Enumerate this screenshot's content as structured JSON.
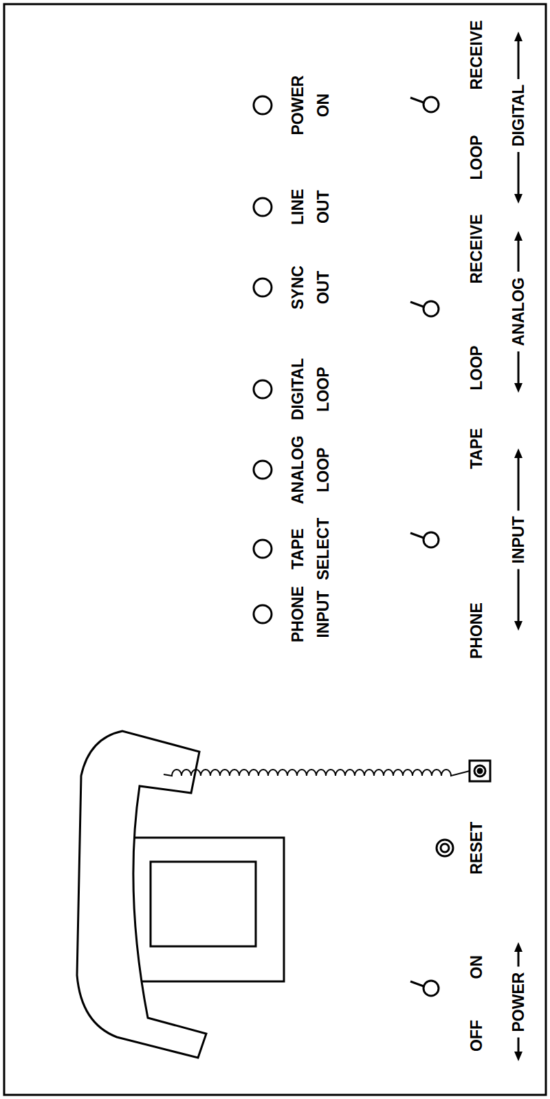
{
  "diagram": {
    "labels": [
      "PHONE INPUT",
      "TAPE SELECT",
      "ANALOG LOOP",
      "DIGITAL LOOP",
      "SYNC OUT",
      "LINE OUT",
      "POWER ON",
      "OFF",
      "ON",
      "RESET",
      "PHONE",
      "TAPE",
      "LOOP",
      "RECEIVE",
      "LOOP",
      "RECEIVE",
      "POWER",
      "INPUT",
      "ANALOG",
      "DIGITAL"
    ]
  }
}
